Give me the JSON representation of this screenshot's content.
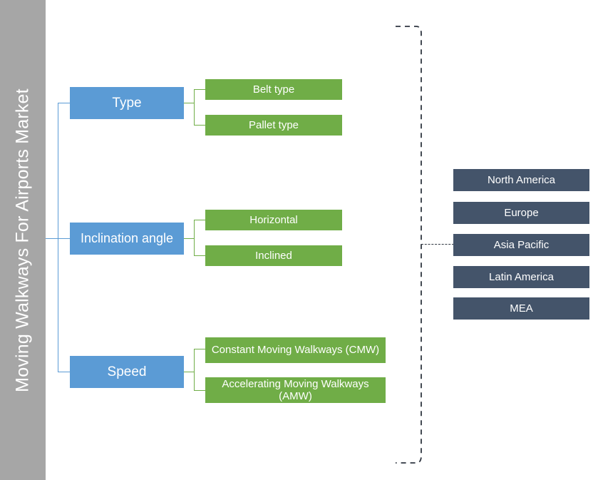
{
  "title": "Moving Walkways For Airports Market",
  "colors": {
    "sidebar": "#a6a6a6",
    "segment": "#5b9bd5",
    "subsegment": "#70ad47",
    "region": "#44546a",
    "bracket": "#2f3640",
    "text": "#ffffff"
  },
  "segments": [
    {
      "label": "Type",
      "children": [
        {
          "label": "Belt type"
        },
        {
          "label": "Pallet type"
        }
      ]
    },
    {
      "label": "Inclination angle",
      "children": [
        {
          "label": "Horizontal"
        },
        {
          "label": "Inclined"
        }
      ]
    },
    {
      "label": "Speed",
      "children": [
        {
          "label": "Constant Moving Walkways (CMW)"
        },
        {
          "label": "Accelerating Moving Walkways (AMW)"
        }
      ]
    }
  ],
  "regions": [
    {
      "label": "North America"
    },
    {
      "label": "Europe"
    },
    {
      "label": "Asia Pacific"
    },
    {
      "label": "Latin America"
    },
    {
      "label": "MEA"
    }
  ]
}
